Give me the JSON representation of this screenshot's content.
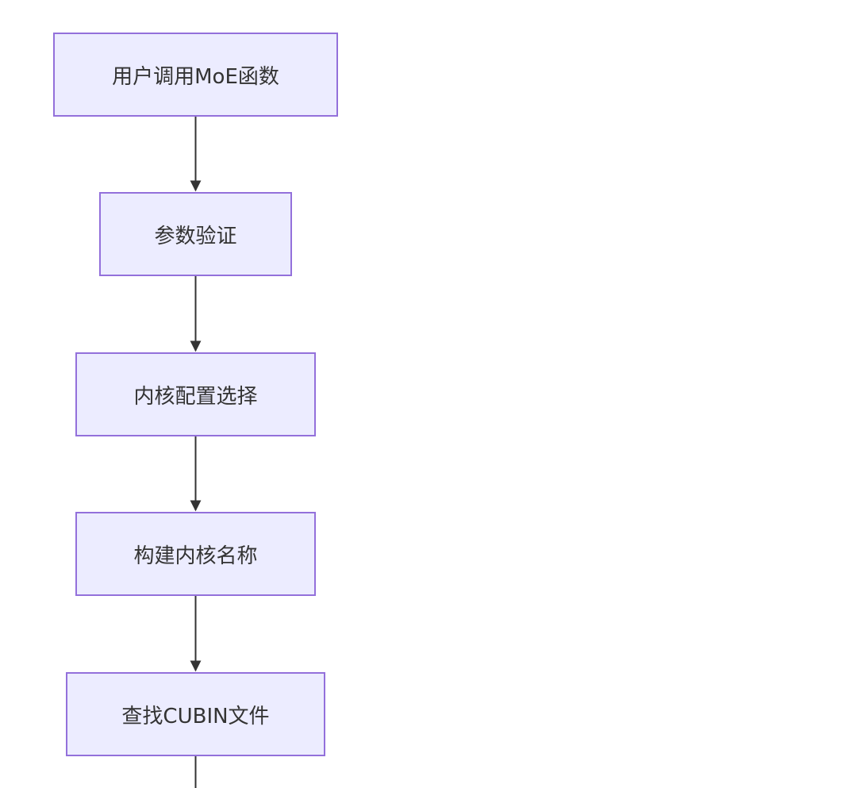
{
  "flowchart": {
    "steps": [
      {
        "label": "用户调用MoE函数"
      },
      {
        "label": "参数验证"
      },
      {
        "label": "内核配置选择"
      },
      {
        "label": "构建内核名称"
      },
      {
        "label": "查找CUBIN文件"
      }
    ]
  },
  "colors": {
    "node_fill": "#ececff",
    "node_border": "#9370db",
    "edge": "#333333",
    "text": "#333333"
  }
}
